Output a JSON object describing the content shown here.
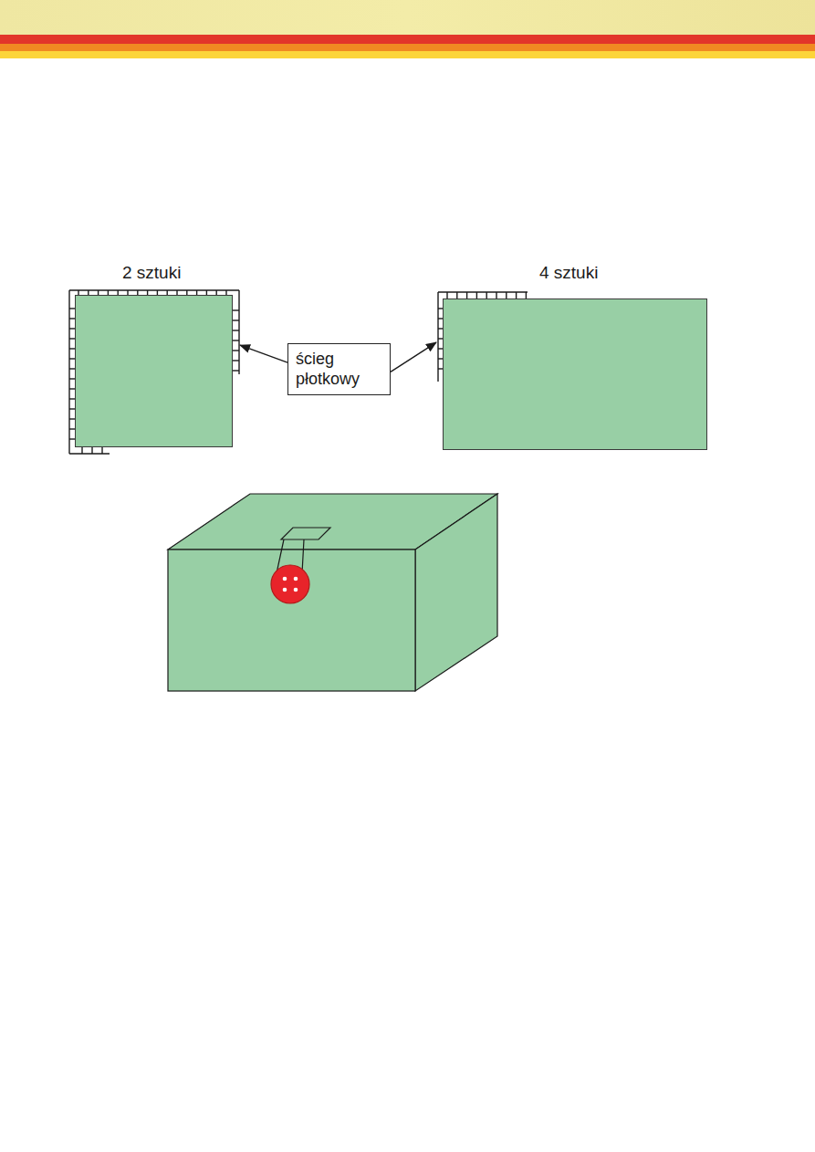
{
  "diagram": {
    "nodes": [
      {
        "text": [
          "2 sztuki"
        ]
      },
      {
        "text": [
          "ścieg płotkowy"
        ]
      },
      {
        "text": [
          "4 sztuki"
        ]
      }
    ],
    "edges": [
      {
        "from": 1,
        "to": 0,
        "arrow": "to"
      },
      {
        "from": 1,
        "to": 2,
        "arrow": "to"
      }
    ]
  }
}
